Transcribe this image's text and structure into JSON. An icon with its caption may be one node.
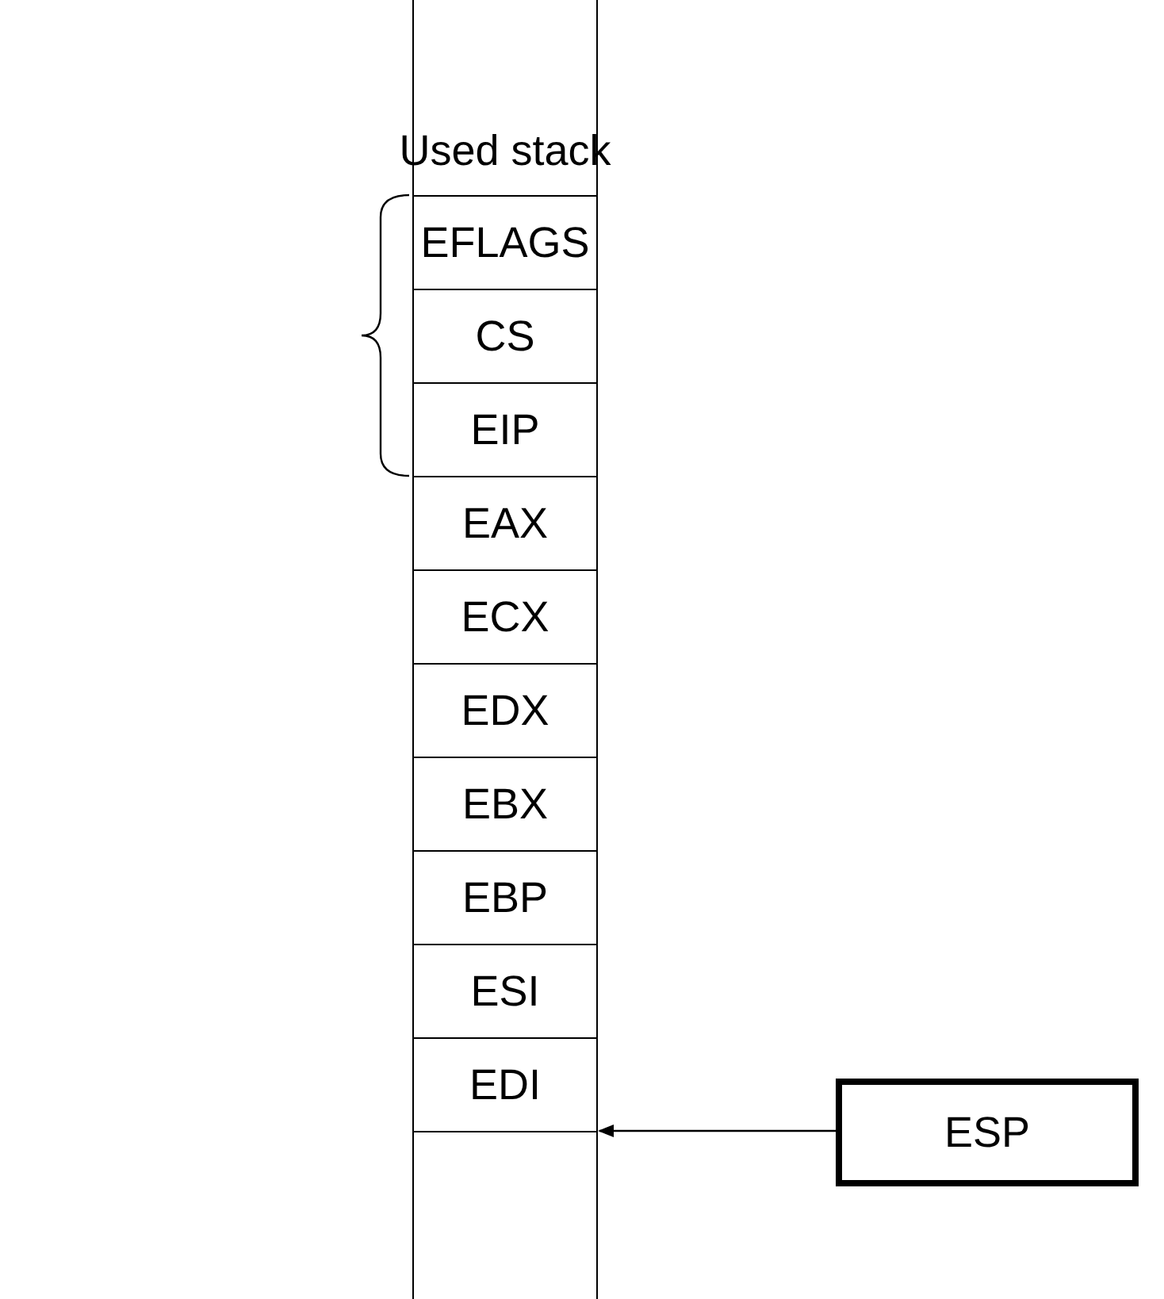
{
  "diagram": {
    "nodes": [
      {
        "text": [
          "Used stack"
        ]
      },
      {
        "text": [
          "EFLAGS"
        ]
      },
      {
        "text": [
          "CS"
        ]
      },
      {
        "text": [
          "EIP"
        ]
      },
      {
        "text": [
          "EAX"
        ]
      },
      {
        "text": [
          "ECX"
        ]
      },
      {
        "text": [
          "EDX"
        ]
      },
      {
        "text": [
          "EBX"
        ]
      },
      {
        "text": [
          "EBP"
        ]
      },
      {
        "text": [
          "ESI"
        ]
      },
      {
        "text": [
          "EDI"
        ]
      },
      {
        "text": [],
        "shape": "box"
      },
      {
        "text": [
          "ESP"
        ]
      }
    ],
    "edges": [
      {
        "from": 12,
        "to": 11,
        "arrow": "to"
      }
    ]
  }
}
